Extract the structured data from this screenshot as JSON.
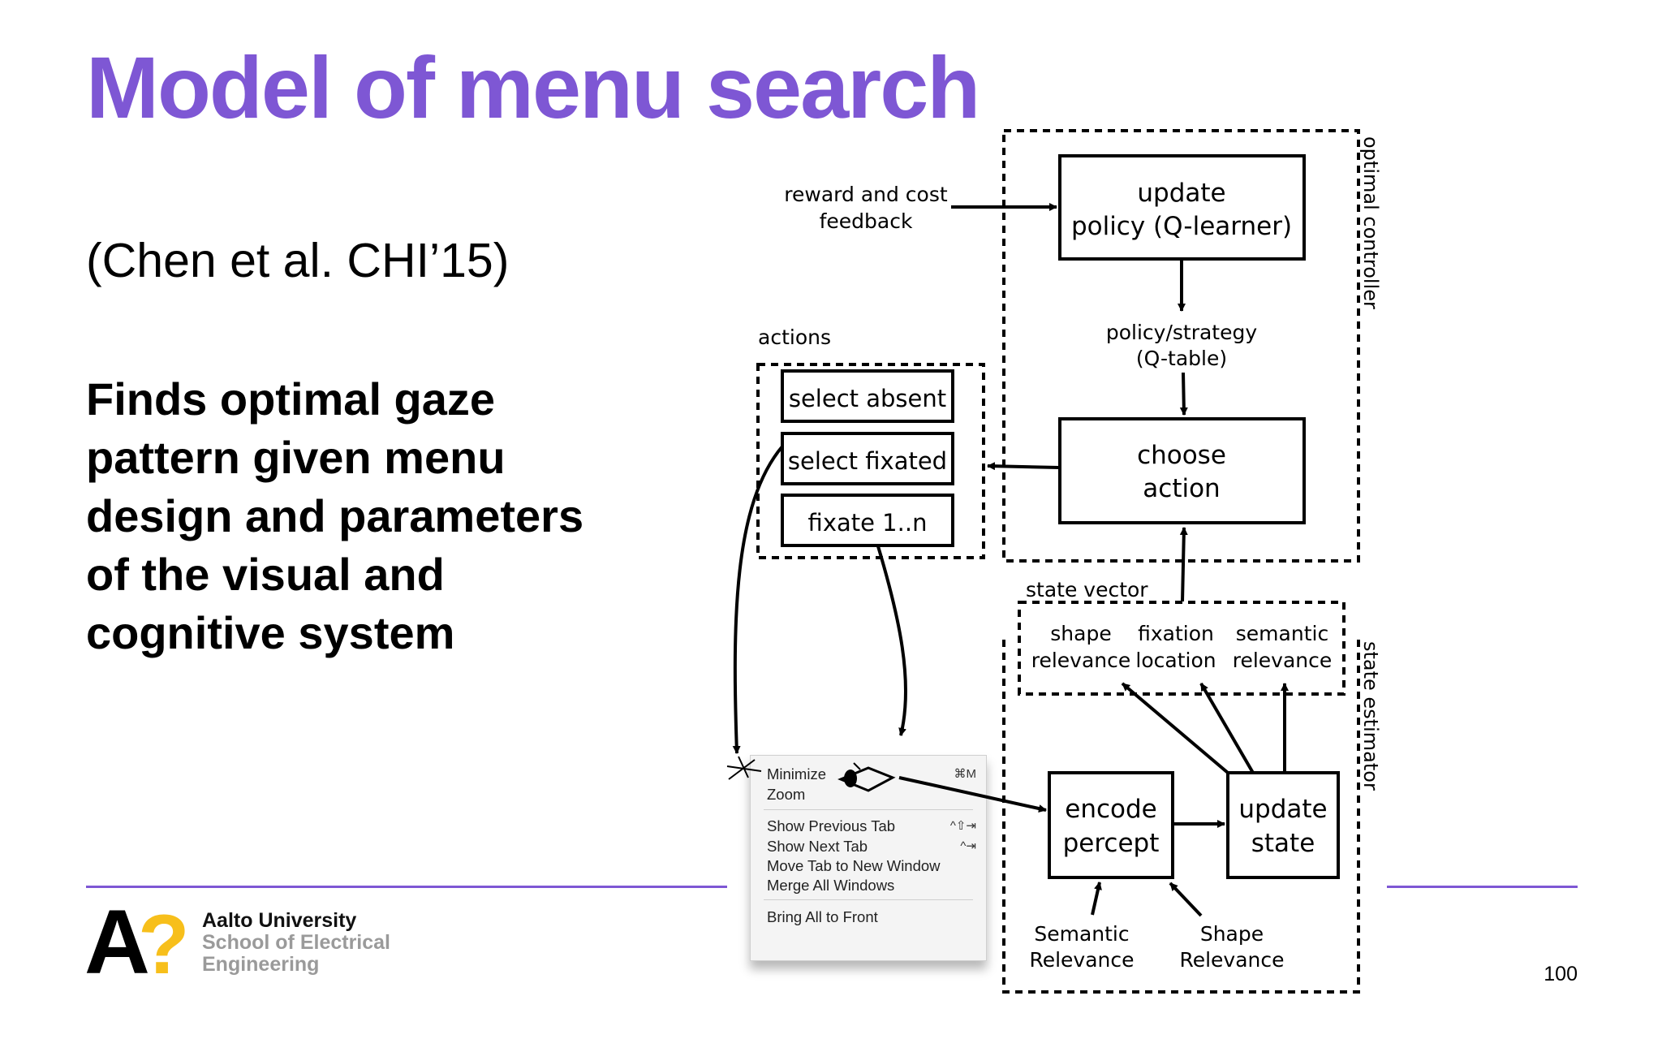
{
  "slide": {
    "title": "Model of menu search",
    "citation": "(Chen et al. CHI’15)",
    "description_lines": [
      "Finds optimal gaze",
      "pattern given menu",
      "design and parameters",
      "of the visual and",
      "cognitive system"
    ],
    "page_number": "100",
    "accent_color": "#7e57d4"
  },
  "footer": {
    "logo_glyph_a": "A",
    "logo_glyph_q": "?",
    "logo_q_color": "#f7bf1b",
    "university": "Aalto University",
    "school_line1": "School of Electrical",
    "school_line2": "Engineering"
  },
  "diagram": {
    "reward_line1": "reward and cost",
    "reward_line2": "feedback",
    "update_policy_line1": "update",
    "update_policy_line2": "policy (Q-learner)",
    "policy_strategy_line1": "policy/strategy",
    "policy_strategy_line2": "(Q-table)",
    "optimal_controller": "optimal controller",
    "actions_label": "actions",
    "action_items": [
      "select absent",
      "select fixated",
      "fixate 1..n"
    ],
    "choose_action_line1": "choose",
    "choose_action_line2": "action",
    "state_vector_label": "state vector",
    "state_items": [
      {
        "line1": "shape",
        "line2": "relevance"
      },
      {
        "line1": "fixation",
        "line2": "location"
      },
      {
        "line1": "semantic",
        "line2": "relevance"
      }
    ],
    "state_estimator": "state estimator",
    "encode_line1": "encode",
    "encode_line2": "percept",
    "update_state_line1": "update",
    "update_state_line2": "state",
    "semantic_rel_line1": "Semantic",
    "semantic_rel_line2": "Relevance",
    "shape_rel_line1": "Shape",
    "shape_rel_line2": "Relevance"
  },
  "menu_screenshot": {
    "items": [
      {
        "label": "Minimize",
        "shortcut": "⌘M"
      },
      {
        "label": "Zoom",
        "shortcut": ""
      },
      {
        "label": "Show Previous Tab",
        "shortcut": "^⇧⇥"
      },
      {
        "label": "Show Next Tab",
        "shortcut": "^⇥"
      },
      {
        "label": "Move Tab to New Window",
        "shortcut": ""
      },
      {
        "label": "Merge All Windows",
        "shortcut": ""
      },
      {
        "label": "Bring All to Front",
        "shortcut": ""
      }
    ]
  }
}
